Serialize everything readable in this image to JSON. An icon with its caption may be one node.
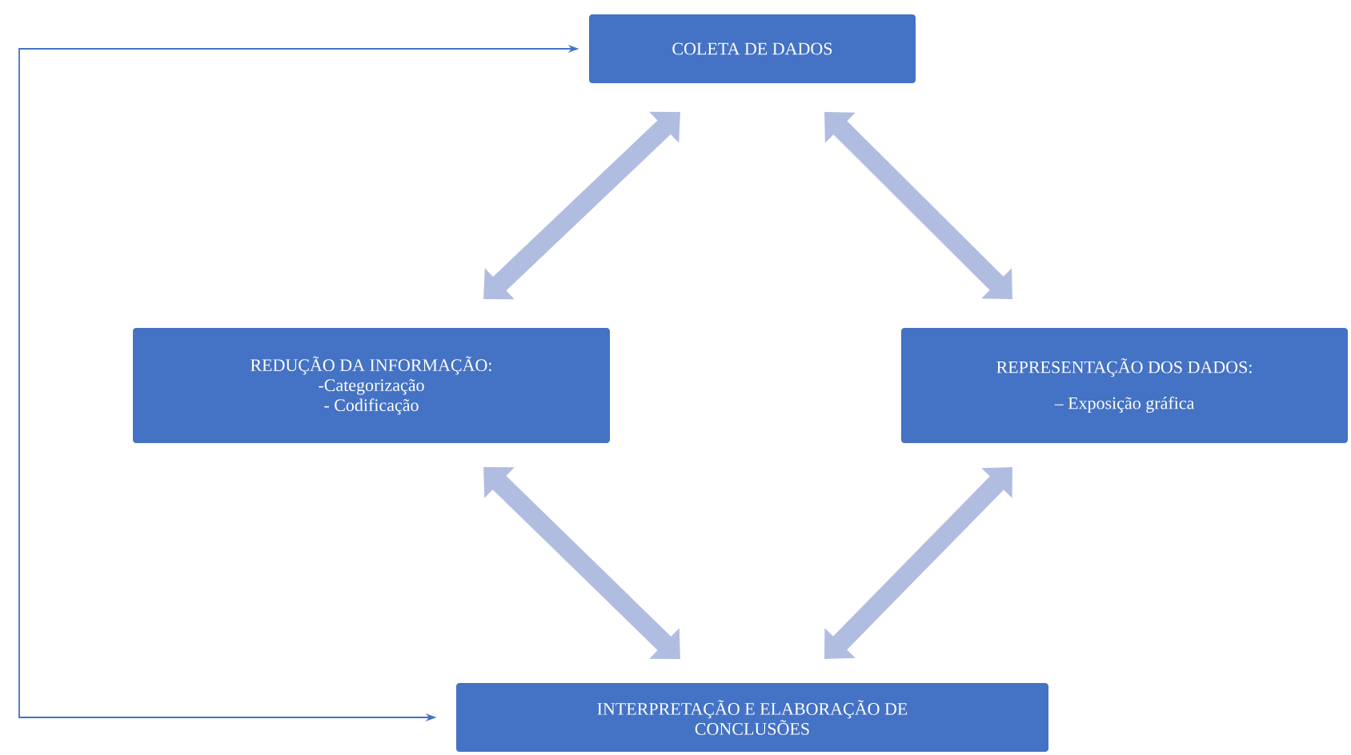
{
  "diagram": {
    "nodes": [
      {
        "text": [
          "COLETA DE DADOS"
        ]
      },
      {
        "text": [
          "REDUÇÃO DA INFORMAÇÃO:",
          "-Categorização",
          "- Codificação"
        ]
      },
      {
        "text": [
          "REPRESENTAÇÃO DOS DADOS:",
          "– Exposição gráfica"
        ]
      },
      {
        "text": [
          "INTERPRETAÇÃO E ELABORAÇÃO DE CONCLUSÕES"
        ]
      }
    ],
    "edges": [
      {
        "from": 0,
        "to": 1,
        "arrow": "both"
      },
      {
        "from": 0,
        "to": 2,
        "arrow": "both"
      },
      {
        "from": 1,
        "to": 3,
        "arrow": "both"
      },
      {
        "from": 2,
        "to": 3,
        "arrow": "both"
      },
      {
        "from": 3,
        "to": 0,
        "arrow": "both",
        "color": "#4472c4"
      }
    ]
  }
}
